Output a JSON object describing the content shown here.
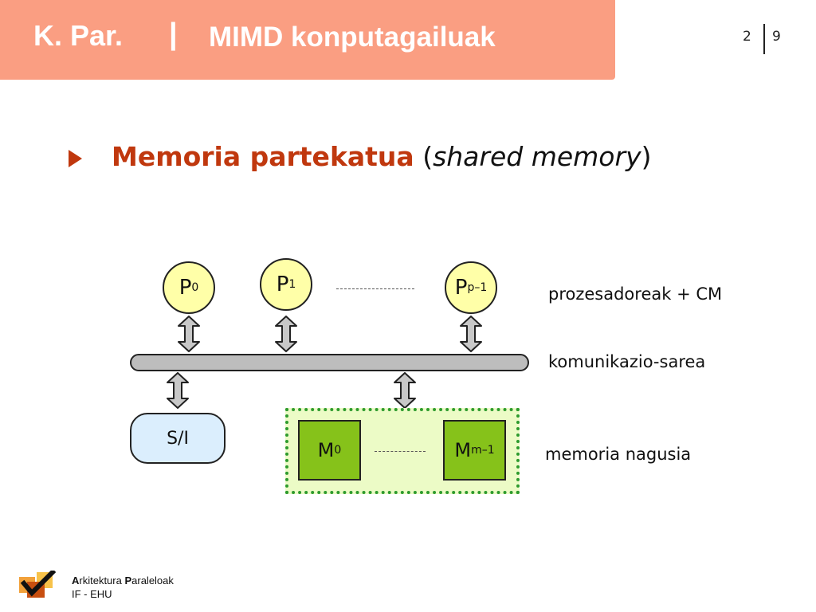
{
  "header": {
    "course": "K. Par.",
    "separator": "|",
    "title": "MIMD konputagailuak",
    "page_left": "2",
    "page_right": "9"
  },
  "heading": {
    "strong": "Memoria partekatua",
    "open": " (",
    "italic": "shared memory",
    "close": ")"
  },
  "diagram": {
    "processors": [
      {
        "base": "P",
        "sub": "0"
      },
      {
        "base": "P",
        "sub": "1"
      },
      {
        "base": "P",
        "sub": "p–1"
      }
    ],
    "io_label": "S/I",
    "memories": [
      {
        "base": "M",
        "sub": "0"
      },
      {
        "base": "M",
        "sub": "m–1"
      }
    ],
    "labels": {
      "processors": "prozesadoreak + CM",
      "network": "komunikazio-sarea",
      "memory": "memoria nagusia"
    }
  },
  "footer": {
    "line1_a_initial": "A",
    "line1_a_rest": "rkitektura ",
    "line1_p_initial": "P",
    "line1_p_rest": "araleloak",
    "line2": "IF - EHU"
  },
  "colors": {
    "header_bg": "#fa9e82",
    "accent": "#c0380e",
    "processor_fill": "#ffffa8",
    "memory_fill": "#86c21a",
    "memory_group_fill": "#ecfbc6",
    "io_fill": "#dbeefd",
    "bus_fill": "#bdbdbd"
  }
}
